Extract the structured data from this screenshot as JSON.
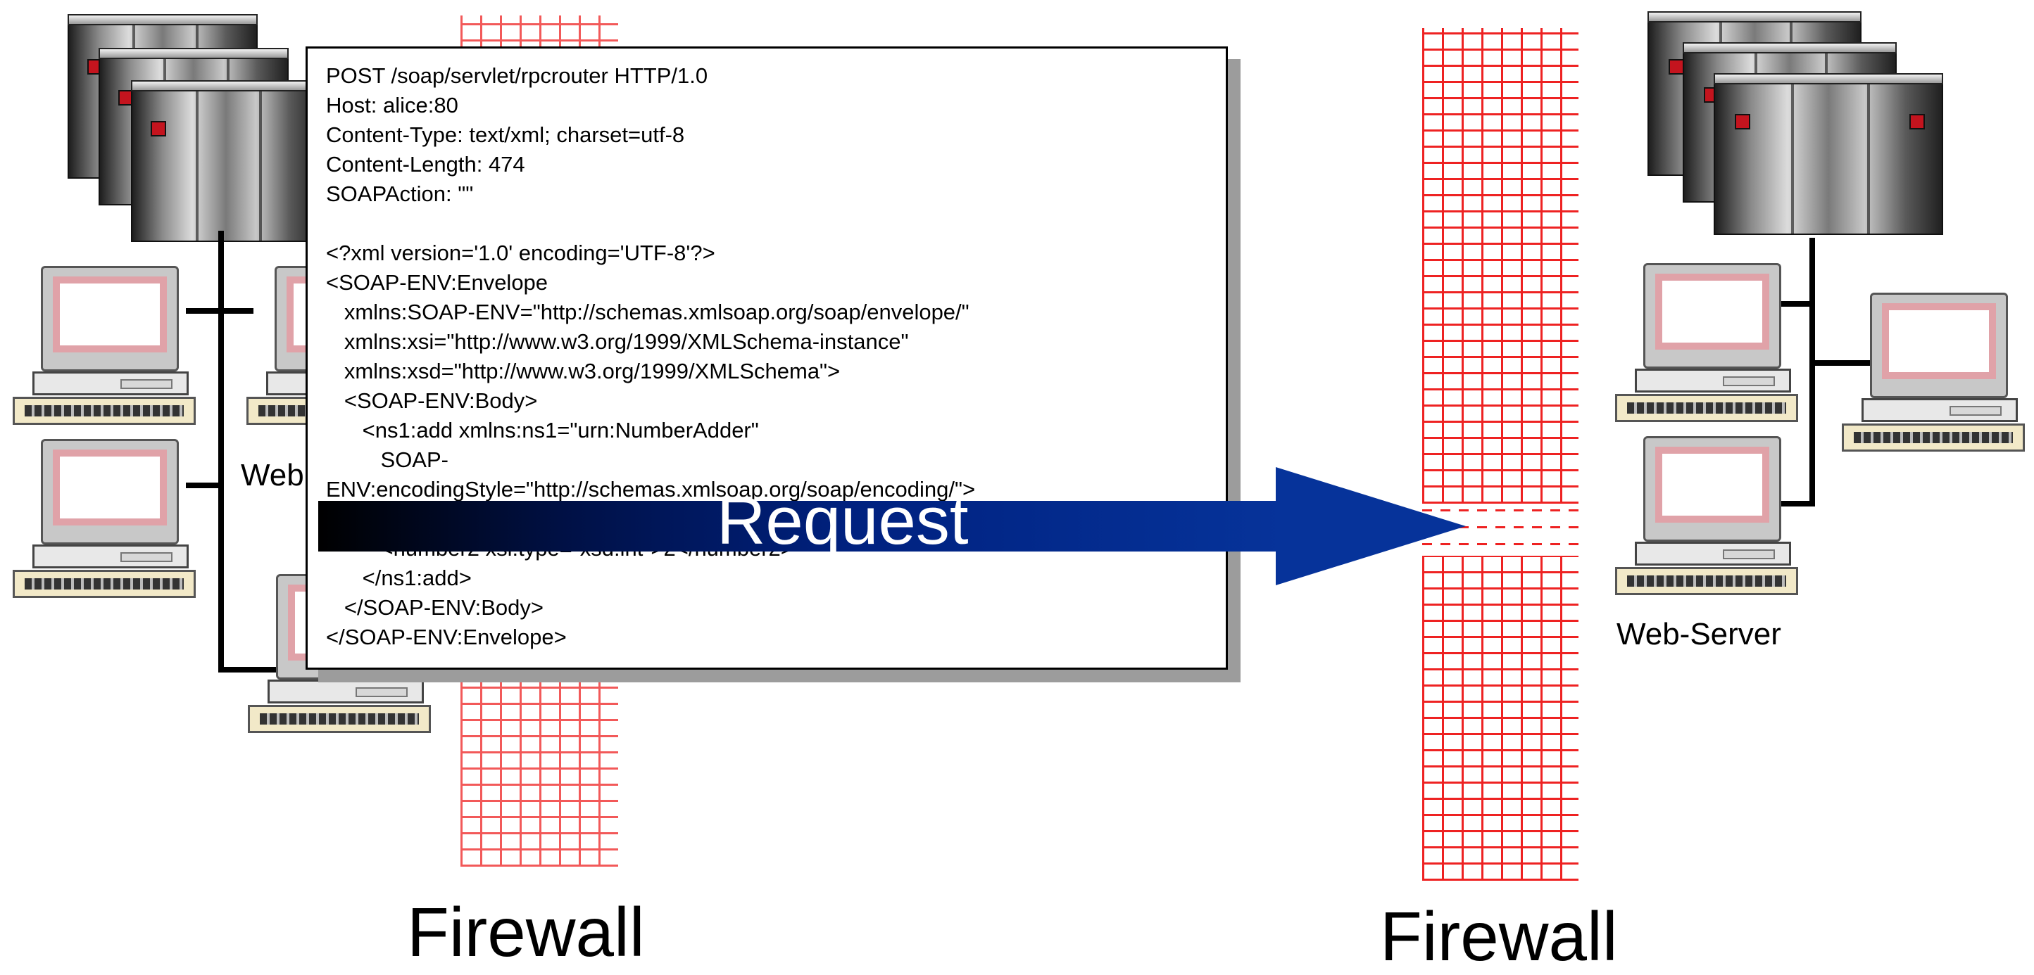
{
  "soap_message": {
    "lines": [
      "POST /soap/servlet/rpcrouter HTTP/1.0",
      "Host: alice:80",
      "Content-Type: text/xml; charset=utf-8",
      "Content-Length: 474",
      "SOAPAction: \"\"",
      "",
      "<?xml version='1.0' encoding='UTF-8'?>",
      "<SOAP-ENV:Envelope",
      "   xmlns:SOAP-ENV=\"http://schemas.xmlsoap.org/soap/envelope/\"",
      "   xmlns:xsi=\"http://www.w3.org/1999/XMLSchema-instance\"",
      "   xmlns:xsd=\"http://www.w3.org/1999/XMLSchema\">",
      "   <SOAP-ENV:Body>",
      "      <ns1:add xmlns:ns1=\"urn:NumberAdder\"",
      "         SOAP-",
      "ENV:encodingStyle=\"http://schemas.xmlsoap.org/soap/encoding/\">",
      "",
      "         <number2 xsi:type=\"xsd:int\">2</number2>",
      "      </ns1:add>",
      "   </SOAP-ENV:Body>",
      "</SOAP-ENV:Envelope>"
    ]
  },
  "arrow": {
    "label": "Request"
  },
  "labels": {
    "firewall_left": "Firewall",
    "firewall_right": "Firewall",
    "web_server_right": "Web-Server",
    "web_server_left_partial": "Web"
  },
  "colors": {
    "firewall_brick": "#ee2222",
    "arrow": "#06339a",
    "monitor_frame": "#e0a2a8"
  }
}
